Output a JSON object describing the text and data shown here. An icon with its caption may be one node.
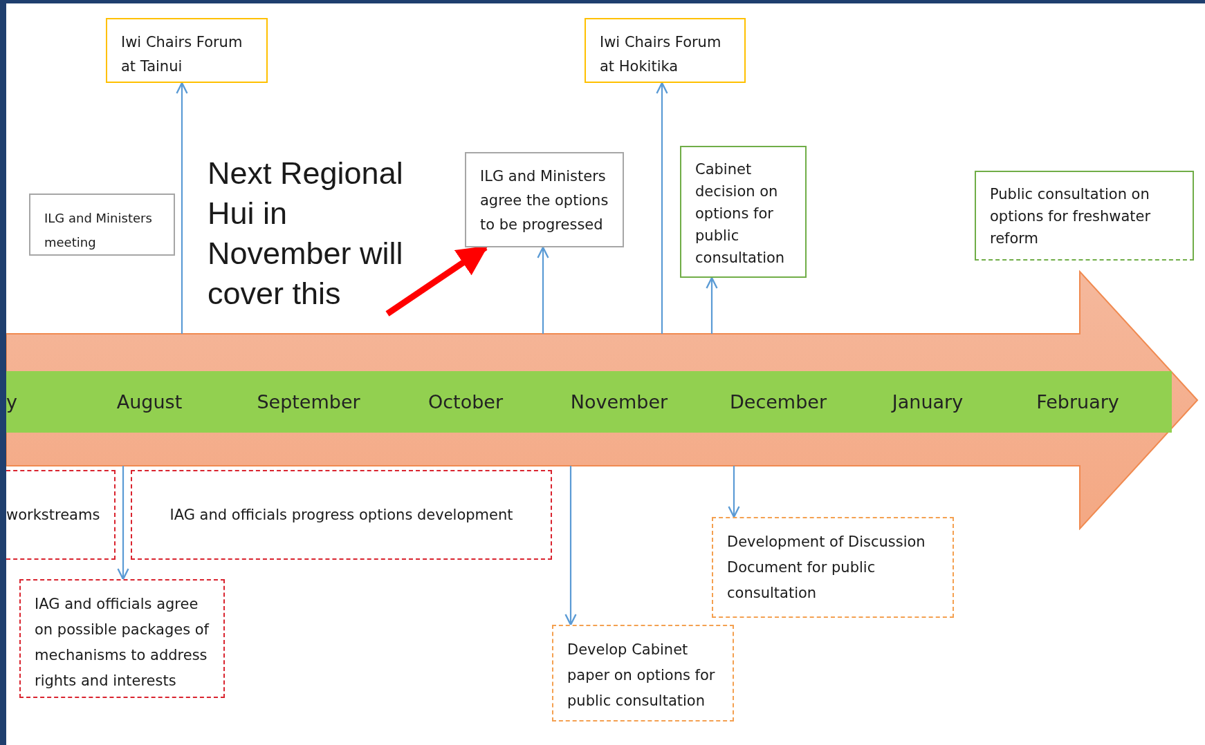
{
  "diagram": {
    "nodes": [
      {
        "text": [
          "Iwi Chairs Forum at Tainui"
        ]
      },
      {
        "text": [
          "Iwi Chairs Forum at Hokitika"
        ]
      },
      {
        "text": [
          "ILG and Ministers meeting"
        ]
      },
      {
        "text": [
          "Next Regional Hui in November will cover this"
        ]
      },
      {
        "text": [
          "ILG and Ministers agree the options to be progressed"
        ]
      },
      {
        "text": [
          "Cabinet decision on options for public consultation"
        ]
      },
      {
        "text": [
          "Public consultation on options for freshwater reform"
        ]
      },
      {
        "text": [
          "y",
          "August",
          "September",
          "October",
          "November",
          "December",
          "January",
          "February"
        ]
      },
      {
        "text": [
          "workstreams"
        ]
      },
      {
        "text": [
          "IAG and officials progress options development"
        ]
      },
      {
        "text": [
          "IAG and officials agree on possible packages of mechanisms to address rights and interests"
        ]
      },
      {
        "text": [
          "Development of Discussion Document for public consultation"
        ]
      },
      {
        "text": [
          "Develop Cabinet paper on options for public consultation"
        ]
      }
    ],
    "edges": [
      {
        "from": 7,
        "to": 0,
        "arrow": "to"
      },
      {
        "from": 7,
        "to": 4,
        "arrow": "to"
      },
      {
        "from": 7,
        "to": 1,
        "arrow": "to"
      },
      {
        "from": 7,
        "to": 5,
        "arrow": "to"
      },
      {
        "from": 3,
        "to": 4,
        "arrow": "to",
        "style": "thick",
        "color": "#ff0000"
      },
      {
        "from": 7,
        "to": 10,
        "arrow": "to"
      },
      {
        "from": 7,
        "to": 12,
        "arrow": "to"
      },
      {
        "from": 7,
        "to": 11,
        "arrow": "to"
      }
    ]
  }
}
